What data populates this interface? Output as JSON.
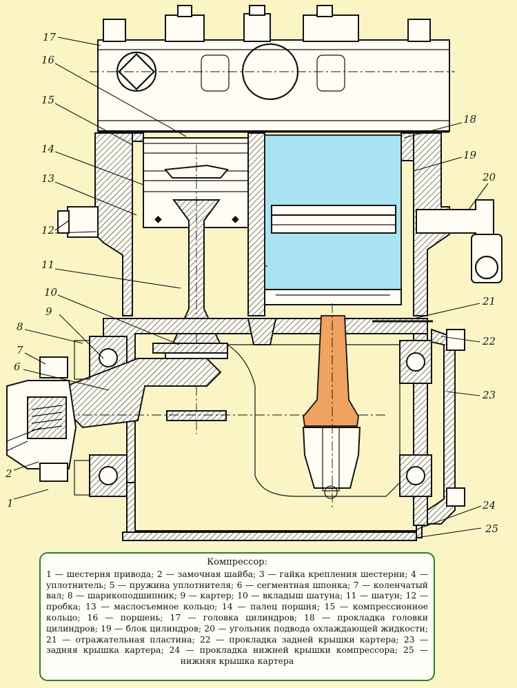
{
  "labels": {
    "n1": "1",
    "n2": "2",
    "n6": "6",
    "n7": "7",
    "n8": "8",
    "n9": "9",
    "n10": "10",
    "n11": "11",
    "n12": "12",
    "n13": "13",
    "n14": "14",
    "n15": "15",
    "n16": "16",
    "n17": "17",
    "n18": "18",
    "n19": "19",
    "n20": "20",
    "n21": "21",
    "n22": "22",
    "n23": "23",
    "n24": "24",
    "n25": "25"
  },
  "caption": {
    "title": "Компрессор:",
    "body": "1 — шестерня привода; 2 — замочная шайба; 3 — гайка крепления шестерни; 4 — уплотнитель; 5 — пружина уплотнителя; 6 — сегментная шпонка; 7 — коленчатый вал; 8 — шарикоподшипник; 9 — картер; 10 — вкладыш шатуна; 11 — шатун; 12 — пробка; 13 — маслосъемное кольцо; 14 — палец поршня; 15 — компрессионное кольцо; 16 — поршень; 17 — головка цилиндров; 18 — прокладка головки цилиндров; 19 — блок цилиндров; 20 — угольник подвода охлаждающей жидкости; 21 — отражательная пластина; 22 — прокладка задней крышки картера; 23 — задняя крышка картера; 24 — прокладка нижней крышки компрессора; 25 — нижняя крышка картера"
  },
  "colors": {
    "background": "#fbf5c6",
    "cylinder_fill": "#a9e2f2",
    "rod_fill": "#f0a260",
    "caption_border": "#2f7a2f"
  }
}
